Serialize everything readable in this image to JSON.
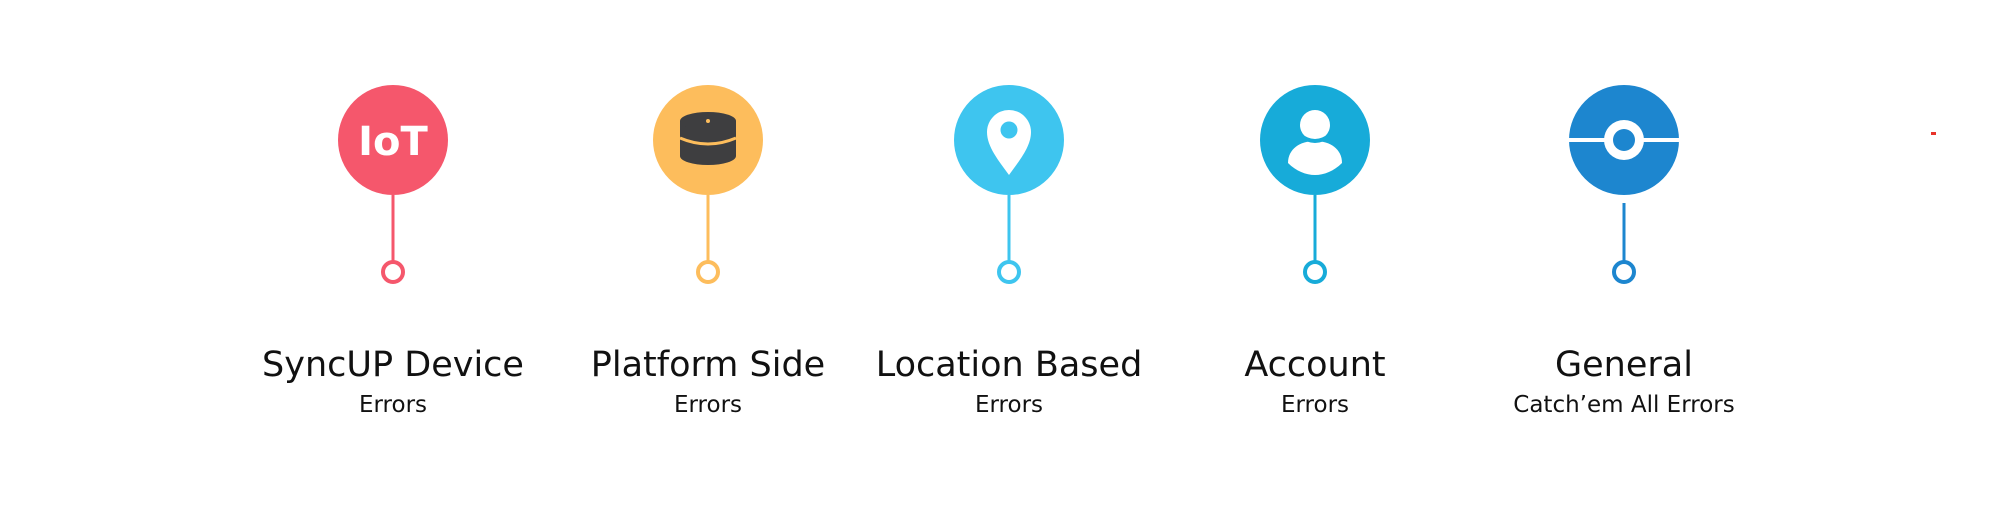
{
  "categories": [
    {
      "id": "syncup",
      "title": "SyncUP Device",
      "subtitle": "Errors",
      "icon_text": "IoT",
      "icon": "iot-icon",
      "color": "#f5576c"
    },
    {
      "id": "platform",
      "title": "Platform Side",
      "subtitle": "Errors",
      "icon": "database-icon",
      "color": "#fdbd5c"
    },
    {
      "id": "location",
      "title": "Location Based",
      "subtitle": "Errors",
      "icon": "map-pin-icon",
      "color": "#3ec5ef"
    },
    {
      "id": "account",
      "title": "Account",
      "subtitle": "Errors",
      "icon": "user-icon",
      "color": "#17abd9"
    },
    {
      "id": "general",
      "title": "General",
      "subtitle": "Catch’em All Errors",
      "icon": "pokeball-icon",
      "color": "#1d86cf"
    }
  ],
  "colors": {
    "db_dark": "#3e3e40",
    "text": "#111111"
  }
}
